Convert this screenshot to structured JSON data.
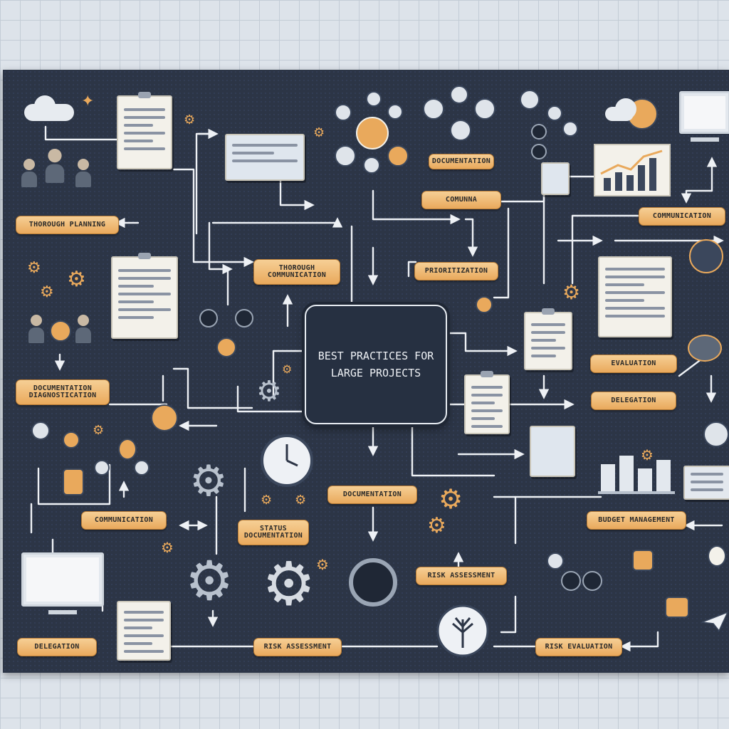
{
  "title": "BEST PRACTICES FOR LARGE PROJECTS",
  "labels": {
    "thorough_planning": "THOROUGH PLANNING",
    "thorough_communication": "THOROUGH COMMUNICATION",
    "documentation_top": "DOCUMENTATION",
    "comunna": "COMUNNA",
    "communication_right": "COMMUNICATION",
    "prioritization": "PRIORITIZATION",
    "documentation_left": "DOCUMENTATION DIAGNOSTICATION",
    "evaluation": "EVALUATION",
    "delegation_right": "DELEGATION",
    "communication_bottom": "COMMUNICATION",
    "status_documentation": "STATUS DOCUMENTATION",
    "documentation_mid": "DOCUMENTATION",
    "budget_management": "BUDGET MANAGEMENT",
    "risk_assessment": "RISK ASSESSMENT",
    "delegation_bottom": "DELEGATION",
    "risk_assessment_bottom": "RISK ASSESSMENT",
    "risk_evaluation": "RISK EVALUATION"
  },
  "colors": {
    "board": "#2c3546",
    "label_fill": "#e9a95c",
    "wire": "#eef1f5",
    "accent": "#e9a95c"
  },
  "icons": [
    "cloud-icon",
    "clipboard-icon",
    "people-icon",
    "gear-icon",
    "lightbulb-icon",
    "clock-icon",
    "monitor-icon",
    "chart-icon",
    "document-icon",
    "flask-icon",
    "tree-icon",
    "target-icon",
    "paper-plane-icon"
  ]
}
